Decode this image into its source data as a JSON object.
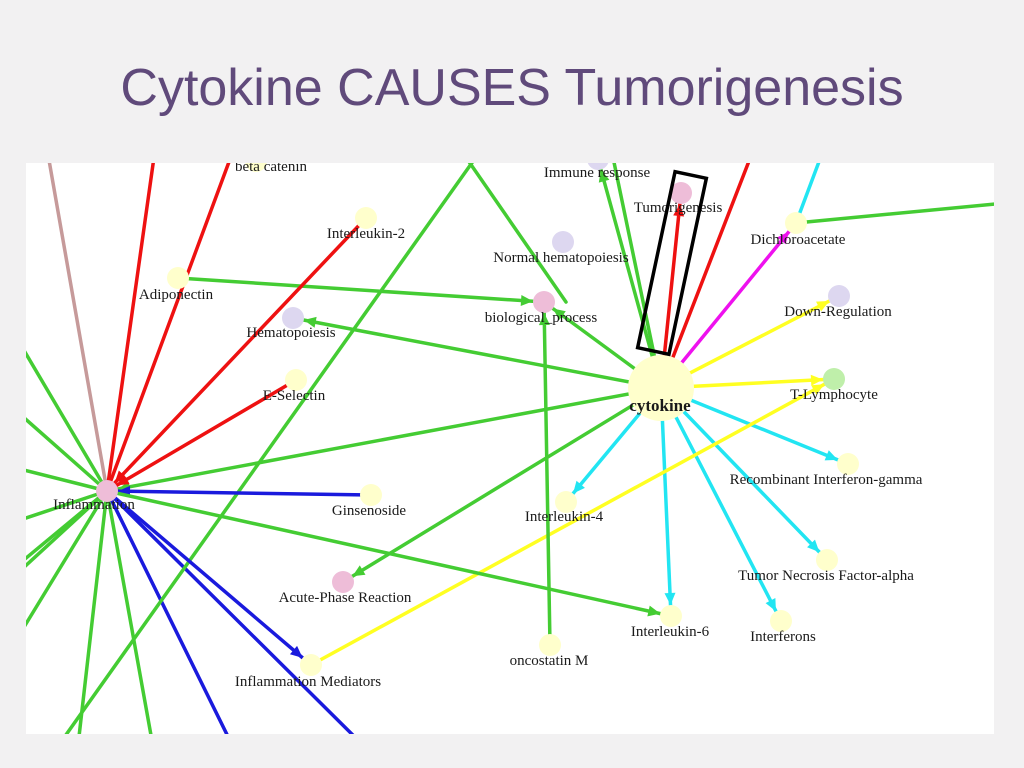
{
  "slide": {
    "title": "Cytokine CAUSES Tumorigenesis"
  },
  "colors": {
    "title": "#604a7b",
    "green_edge": "#44cc33",
    "red_edge": "#ee1111",
    "blue_edge": "#1a1add",
    "cyan_edge": "#22e5f2",
    "yellow_edge": "#ffff22",
    "magenta_edge": "#ee11ee",
    "rose_edge": "#c69a9a",
    "yellow_node": "#ffffcc",
    "lavender_node": "#ddd7f0",
    "pink_node": "#eebdd8",
    "green_node": "#bfefaa",
    "highlight_box": "#000000"
  },
  "graph": {
    "nodes": [
      {
        "id": "cytokine",
        "label": "cytokine",
        "color": "yellow_node",
        "hub": true
      },
      {
        "id": "inflammation",
        "label": "Inflammation",
        "color": "pink_node"
      },
      {
        "id": "beta_catenin",
        "label": "beta catenin",
        "color": "yellow_node"
      },
      {
        "id": "immune_response",
        "label": "Immune response",
        "color": "lavender_node"
      },
      {
        "id": "tumorigenesis",
        "label": "Tumorigenesis",
        "color": "pink_node"
      },
      {
        "id": "dichloroacetate",
        "label": "Dichloroacetate",
        "color": "yellow_node"
      },
      {
        "id": "interleukin_2",
        "label": "Interleukin-2",
        "color": "yellow_node"
      },
      {
        "id": "normal_hematopoiesis",
        "label": "Normal hematopoiesis",
        "color": "lavender_node"
      },
      {
        "id": "adiponectin",
        "label": "Adiponectin",
        "color": "yellow_node"
      },
      {
        "id": "biological_process",
        "label": "biological_process",
        "color": "pink_node"
      },
      {
        "id": "down_regulation",
        "label": "Down-Regulation",
        "color": "lavender_node"
      },
      {
        "id": "hematopoiesis",
        "label": "Hematopoiesis",
        "color": "lavender_node"
      },
      {
        "id": "e_selectin",
        "label": "E-Selectin",
        "color": "yellow_node"
      },
      {
        "id": "t_lymphocyte",
        "label": "T-Lymphocyte",
        "color": "green_node"
      },
      {
        "id": "recombinant_ifn_gamma",
        "label": "Recombinant Interferon-gamma",
        "color": "yellow_node"
      },
      {
        "id": "ginsenoside",
        "label": "Ginsenoside",
        "color": "yellow_node"
      },
      {
        "id": "interleukin_4",
        "label": "Interleukin-4",
        "color": "yellow_node"
      },
      {
        "id": "tnf_alpha",
        "label": "Tumor Necrosis Factor-alpha",
        "color": "yellow_node"
      },
      {
        "id": "acute_phase_reaction",
        "label": "Acute-Phase Reaction",
        "color": "pink_node"
      },
      {
        "id": "interleukin_6",
        "label": "Interleukin-6",
        "color": "yellow_node"
      },
      {
        "id": "interferons",
        "label": "Interferons",
        "color": "yellow_node"
      },
      {
        "id": "oncostatin_m",
        "label": "oncostatin M",
        "color": "yellow_node"
      },
      {
        "id": "inflammation_mediators",
        "label": "Inflammation Mediators",
        "color": "yellow_node"
      }
    ],
    "edges": [
      {
        "from": "cytokine",
        "to": "tumorigenesis",
        "color": "red_edge"
      },
      {
        "from": "cytokine",
        "to": "dichloroacetate",
        "color": "magenta_edge"
      },
      {
        "from": "cytokine",
        "to": "immune_response",
        "color": "green_edge"
      },
      {
        "from": "cytokine",
        "to": "biological_process",
        "color": "green_edge"
      },
      {
        "from": "cytokine",
        "to": "hematopoiesis",
        "color": "green_edge"
      },
      {
        "from": "cytokine",
        "to": "inflammation",
        "color": "green_edge"
      },
      {
        "from": "cytokine",
        "to": "acute_phase_reaction",
        "color": "green_edge"
      },
      {
        "from": "cytokine",
        "to": "down_regulation",
        "color": "yellow_edge"
      },
      {
        "from": "cytokine",
        "to": "t_lymphocyte",
        "color": "yellow_edge"
      },
      {
        "from": "cytokine",
        "to": "recombinant_ifn_gamma",
        "color": "cyan_edge"
      },
      {
        "from": "cytokine",
        "to": "tnf_alpha",
        "color": "cyan_edge"
      },
      {
        "from": "cytokine",
        "to": "interferons",
        "color": "cyan_edge"
      },
      {
        "from": "cytokine",
        "to": "interleukin_6",
        "color": "cyan_edge"
      },
      {
        "from": "cytokine",
        "to": "interleukin_4",
        "color": "cyan_edge"
      },
      {
        "from": "inflammation_mediators",
        "to": "t_lymphocyte",
        "color": "yellow_edge"
      },
      {
        "from": "adiponectin",
        "to": "biological_process",
        "color": "green_edge"
      },
      {
        "from": "oncostatin_m",
        "to": "biological_process",
        "color": "green_edge"
      },
      {
        "from": "interleukin_2",
        "to": "inflammation",
        "color": "red_edge"
      },
      {
        "from": "e_selectin",
        "to": "inflammation",
        "color": "red_edge"
      },
      {
        "from": "ginsenoside",
        "to": "inflammation",
        "color": "blue_edge"
      },
      {
        "from": "inflammation",
        "to": "interleukin_6",
        "color": "green_edge"
      },
      {
        "from": "inflammation",
        "to": "inflammation_mediators",
        "color": "blue_edge"
      }
    ]
  }
}
